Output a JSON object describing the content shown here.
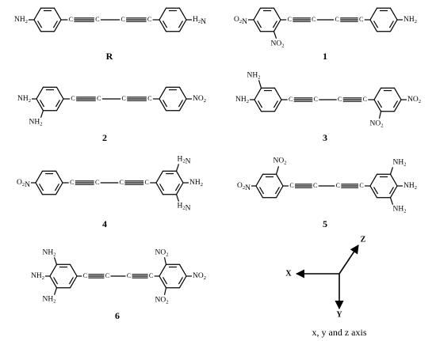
{
  "compounds": [
    {
      "id": "R",
      "groups": [
        "NH2",
        "H2N"
      ]
    },
    {
      "id": "1",
      "groups": [
        "O2N",
        "NO2",
        "NH2"
      ]
    },
    {
      "id": "2",
      "groups": [
        "NH2",
        "NH2",
        "NO2"
      ]
    },
    {
      "id": "3",
      "groups": [
        "NH2",
        "NH2",
        "NO2",
        "NO2"
      ]
    },
    {
      "id": "4",
      "groups": [
        "O2N",
        "H2N",
        "NH2",
        "H2N"
      ]
    },
    {
      "id": "5",
      "groups": [
        "NO2",
        "O2N",
        "NH2",
        "NH2",
        "NH2"
      ]
    },
    {
      "id": "6",
      "groups": [
        "NH2",
        "NH2",
        "NH2",
        "NO2",
        "NO2",
        "NO2"
      ]
    }
  ],
  "atom_c": "C",
  "axes": {
    "x_label": "X",
    "y_label": "Y",
    "z_label": "Z",
    "caption": "x, y and z axis"
  }
}
